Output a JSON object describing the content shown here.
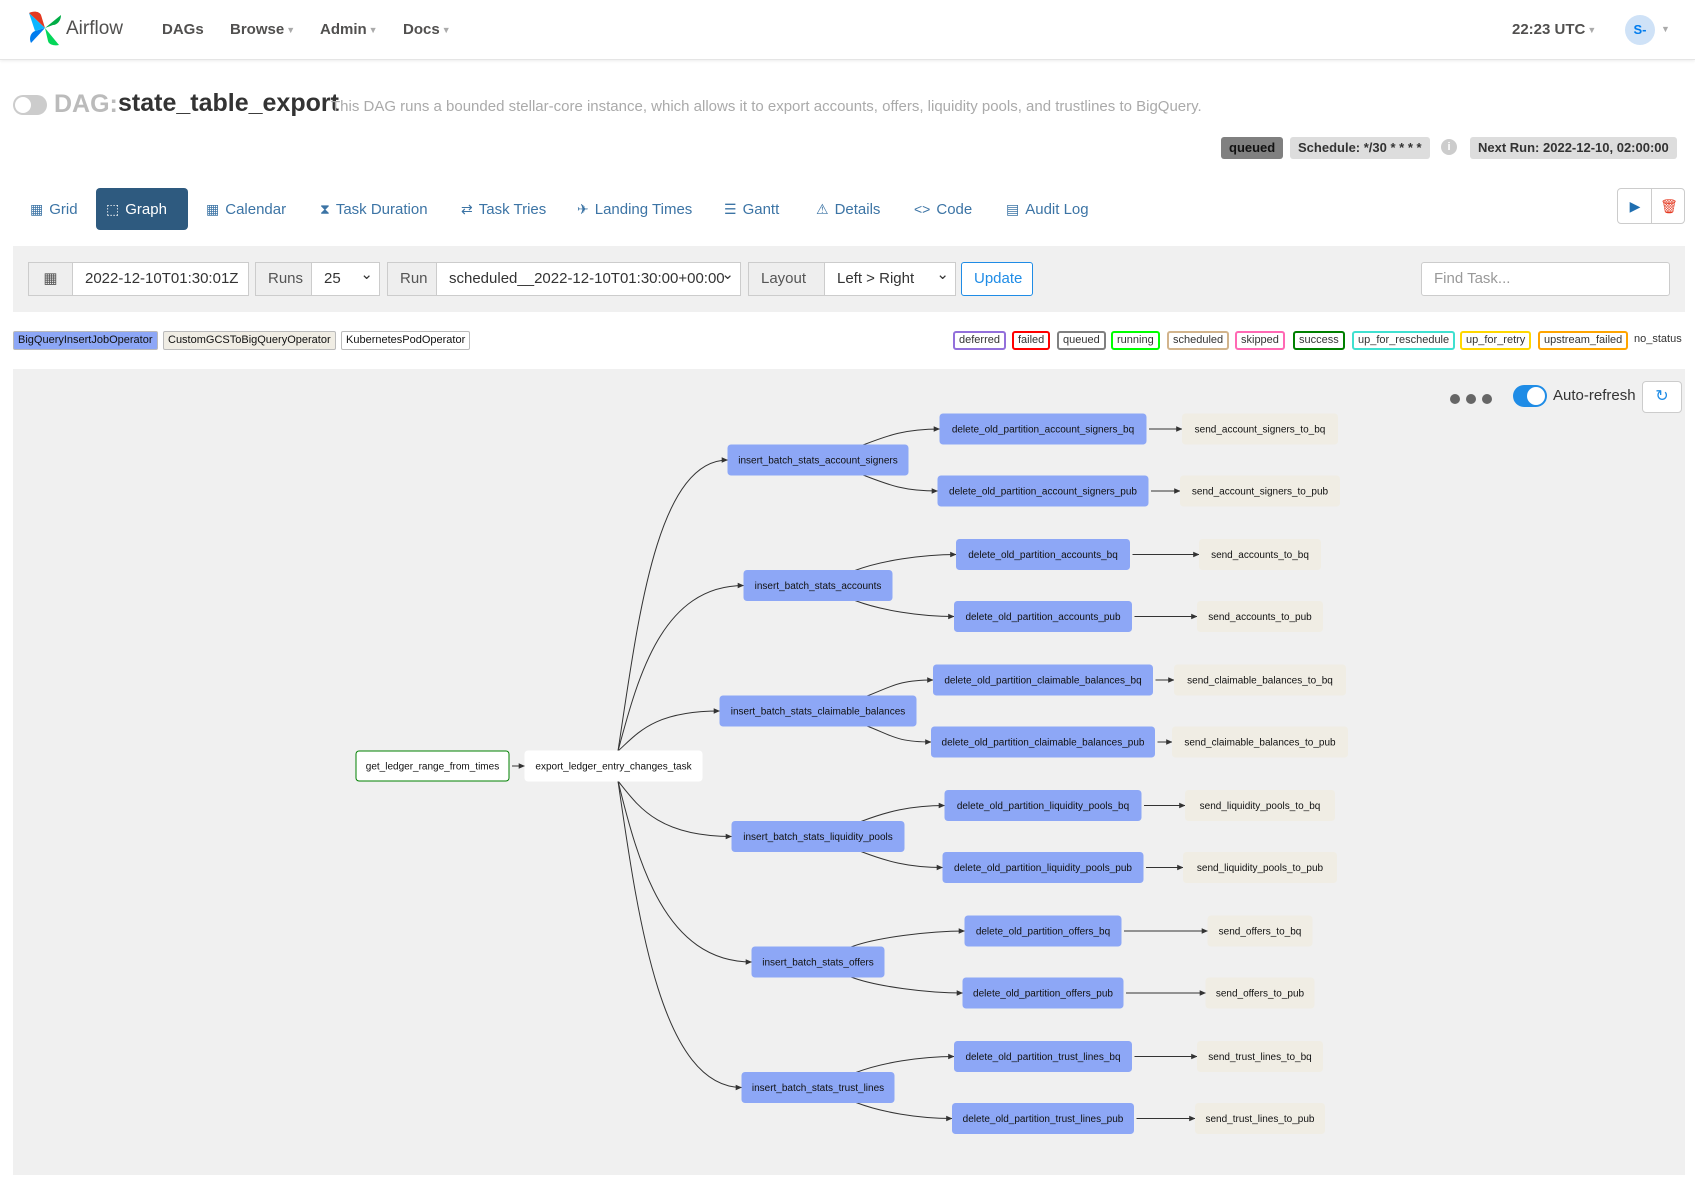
{
  "nav": {
    "brand": "Airflow",
    "items": [
      "DAGs",
      "Browse",
      "Admin",
      "Docs"
    ],
    "clock": "22:23 UTC",
    "user_initials": "S-"
  },
  "dag": {
    "prefix": "DAG:",
    "id": "state_table_export",
    "description": "This DAG runs a bounded stellar-core instance, which allows it to export accounts, offers, liquidity pools, and trustlines to BigQuery.",
    "state": "queued",
    "schedule": "Schedule: */30 * * * *",
    "next_run": "Next Run: 2022-12-10, 02:00:00",
    "info_icon": "i"
  },
  "tabs": [
    "Grid",
    "Graph",
    "Calendar",
    "Task Duration",
    "Task Tries",
    "Landing Times",
    "Gantt",
    "Details",
    "Code",
    "Audit Log"
  ],
  "tab_icons": [
    "▦",
    "⬚",
    "▦",
    "⧗",
    "⇄",
    "✈",
    "☰",
    "⚠",
    "<>",
    "▤"
  ],
  "active_tab": "Graph",
  "filters": {
    "base_date": "2022-12-10T01:30:01Z",
    "runs_label": "Runs",
    "runs_value": "25",
    "run_label": "Run",
    "run_value": "scheduled__2022-12-10T01:30:00+00:00",
    "layout_label": "Layout",
    "layout_value": "Left > Right",
    "update_label": "Update",
    "find_placeholder": "Find Task..."
  },
  "operators": [
    {
      "name": "BigQueryInsertJobOperator",
      "color": "#8da7f6"
    },
    {
      "name": "CustomGCSToBigQueryOperator",
      "color": "#f0ede4"
    },
    {
      "name": "KubernetesPodOperator",
      "color": "#ffffff"
    }
  ],
  "states": [
    {
      "name": "deferred",
      "color": "#9370db"
    },
    {
      "name": "failed",
      "color": "#ff0000"
    },
    {
      "name": "queued",
      "color": "#808080"
    },
    {
      "name": "running",
      "color": "#00ff00"
    },
    {
      "name": "scheduled",
      "color": "#d2b48c"
    },
    {
      "name": "skipped",
      "color": "#ff69b4"
    },
    {
      "name": "success",
      "color": "#008000"
    },
    {
      "name": "up_for_reschedule",
      "color": "#40e0d0"
    },
    {
      "name": "up_for_retry",
      "color": "#ffd700"
    },
    {
      "name": "upstream_failed",
      "color": "#ffa500"
    }
  ],
  "no_status": "no_status",
  "graph": {
    "auto_refresh_label": "Auto-refresh",
    "tasks": [
      {
        "id": "get_ledger_range_from_times",
        "operator": "KubernetesPodOperator",
        "state": "success"
      },
      {
        "id": "export_ledger_entry_changes_task",
        "operator": "KubernetesPodOperator",
        "state": "none"
      },
      {
        "id": "insert_batch_stats_account_signers",
        "operator": "BigQueryInsertJobOperator"
      },
      {
        "id": "delete_old_partition_account_signers_bq",
        "operator": "BigQueryInsertJobOperator"
      },
      {
        "id": "delete_old_partition_account_signers_pub",
        "operator": "BigQueryInsertJobOperator"
      },
      {
        "id": "send_account_signers_to_bq",
        "operator": "CustomGCSToBigQueryOperator"
      },
      {
        "id": "send_account_signers_to_pub",
        "operator": "CustomGCSToBigQueryOperator"
      },
      {
        "id": "insert_batch_stats_accounts",
        "operator": "BigQueryInsertJobOperator"
      },
      {
        "id": "delete_old_partition_accounts_bq",
        "operator": "BigQueryInsertJobOperator"
      },
      {
        "id": "delete_old_partition_accounts_pub",
        "operator": "BigQueryInsertJobOperator"
      },
      {
        "id": "send_accounts_to_bq",
        "operator": "CustomGCSToBigQueryOperator"
      },
      {
        "id": "send_accounts_to_pub",
        "operator": "CustomGCSToBigQueryOperator"
      },
      {
        "id": "insert_batch_stats_claimable_balances",
        "operator": "BigQueryInsertJobOperator"
      },
      {
        "id": "delete_old_partition_claimable_balances_bq",
        "operator": "BigQueryInsertJobOperator"
      },
      {
        "id": "delete_old_partition_claimable_balances_pub",
        "operator": "BigQueryInsertJobOperator"
      },
      {
        "id": "send_claimable_balances_to_bq",
        "operator": "CustomGCSToBigQueryOperator"
      },
      {
        "id": "send_claimable_balances_to_pub",
        "operator": "CustomGCSToBigQueryOperator"
      },
      {
        "id": "insert_batch_stats_liquidity_pools",
        "operator": "BigQueryInsertJobOperator"
      },
      {
        "id": "delete_old_partition_liquidity_pools_bq",
        "operator": "BigQueryInsertJobOperator"
      },
      {
        "id": "delete_old_partition_liquidity_pools_pub",
        "operator": "BigQueryInsertJobOperator"
      },
      {
        "id": "send_liquidity_pools_to_bq",
        "operator": "CustomGCSToBigQueryOperator"
      },
      {
        "id": "send_liquidity_pools_to_pub",
        "operator": "CustomGCSToBigQueryOperator"
      },
      {
        "id": "insert_batch_stats_offers",
        "operator": "BigQueryInsertJobOperator"
      },
      {
        "id": "delete_old_partition_offers_bq",
        "operator": "BigQueryInsertJobOperator"
      },
      {
        "id": "delete_old_partition_offers_pub",
        "operator": "BigQueryInsertJobOperator"
      },
      {
        "id": "send_offers_to_bq",
        "operator": "CustomGCSToBigQueryOperator"
      },
      {
        "id": "send_offers_to_pub",
        "operator": "CustomGCSToBigQueryOperator"
      },
      {
        "id": "insert_batch_stats_trust_lines",
        "operator": "BigQueryInsertJobOperator"
      },
      {
        "id": "delete_old_partition_trust_lines_bq",
        "operator": "BigQueryInsertJobOperator"
      },
      {
        "id": "delete_old_partition_trust_lines_pub",
        "operator": "BigQueryInsertJobOperator"
      },
      {
        "id": "send_trust_lines_to_bq",
        "operator": "CustomGCSToBigQueryOperator"
      },
      {
        "id": "send_trust_lines_to_pub",
        "operator": "CustomGCSToBigQueryOperator"
      }
    ]
  }
}
